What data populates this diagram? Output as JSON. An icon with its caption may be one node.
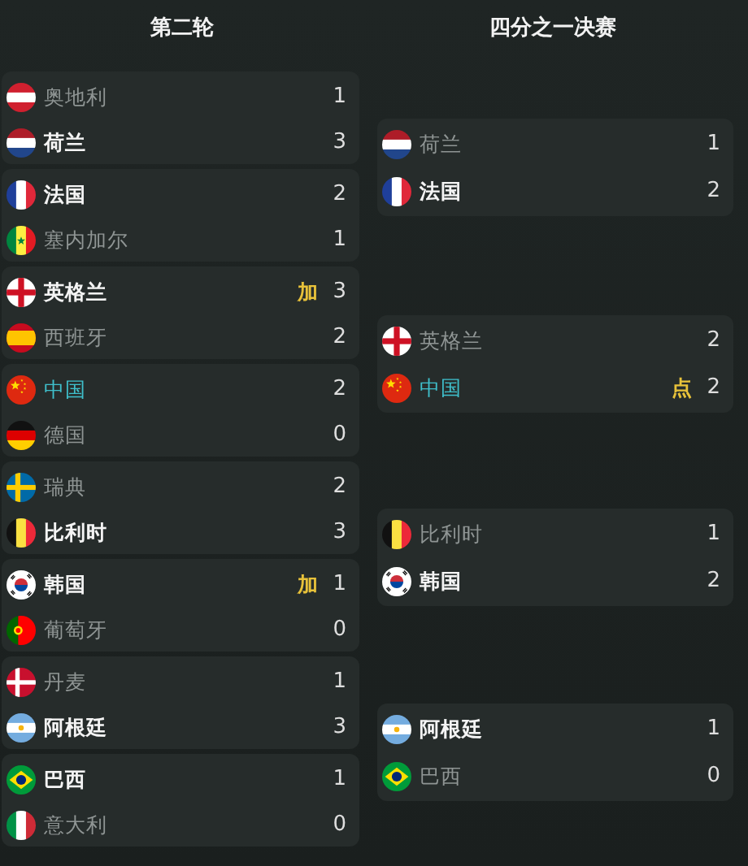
{
  "diagram": {
    "nodes": [
      {
        "text": [
          "奥地利",
          "1",
          "荷兰",
          "3"
        ]
      },
      {
        "text": [
          "法国",
          "2",
          "塞内加尔",
          "1"
        ]
      },
      {
        "text": [
          "英格兰",
          "加",
          "3",
          "西班牙",
          "2"
        ]
      },
      {
        "text": [
          "中国",
          "2",
          "德国",
          "0"
        ]
      },
      {
        "text": [
          "瑞典",
          "2",
          "比利时",
          "3"
        ]
      },
      {
        "text": [
          "韩国",
          "加",
          "1",
          "葡萄牙",
          "0"
        ]
      },
      {
        "text": [
          "丹麦",
          "1",
          "阿根廷",
          "3"
        ]
      },
      {
        "text": [
          "巴西",
          "1",
          "意大利",
          "0"
        ]
      },
      {
        "text": [
          "荷兰",
          "1",
          "法国",
          "2"
        ]
      },
      {
        "text": [
          "英格兰",
          "2",
          "中国",
          "点",
          "2"
        ]
      },
      {
        "text": [
          "比利时",
          "1",
          "韩国",
          "2"
        ]
      },
      {
        "text": [
          "阿根廷",
          "1",
          "巴西",
          "0"
        ]
      }
    ],
    "labels": [
      "第二轮",
      "四分之一决赛"
    ]
  }
}
